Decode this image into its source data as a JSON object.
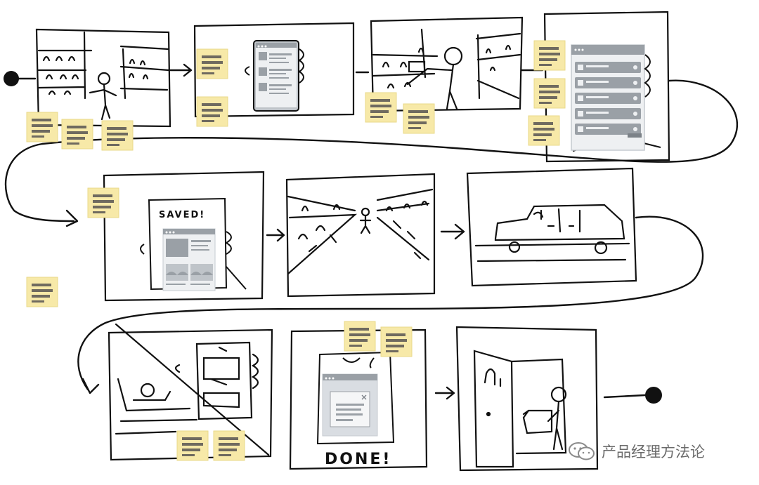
{
  "labels": {
    "saved": "SAVED!",
    "done": "DONE!"
  },
  "watermark": {
    "text": "产品经理方法论",
    "icon": "wechat-icon"
  },
  "colors": {
    "ink": "#111111",
    "sticky_note": "#f7e9a8",
    "sticky_lines": "#6f6a5f",
    "mock_window": "#d9dde2",
    "mock_panel": "#eef0f2"
  },
  "storyboard": {
    "frames": [
      {
        "name": "frame-browsing-store-shelves"
      },
      {
        "name": "frame-tablet-product-list"
      },
      {
        "name": "frame-picking-item-from-shelf"
      },
      {
        "name": "frame-tablet-item-list"
      },
      {
        "name": "frame-tablet-saved"
      },
      {
        "name": "frame-walking-out-of-store"
      },
      {
        "name": "frame-car-drive"
      },
      {
        "name": "frame-at-home-with-tablet"
      },
      {
        "name": "frame-tablet-done"
      },
      {
        "name": "frame-package-delivered-at-door"
      }
    ]
  }
}
